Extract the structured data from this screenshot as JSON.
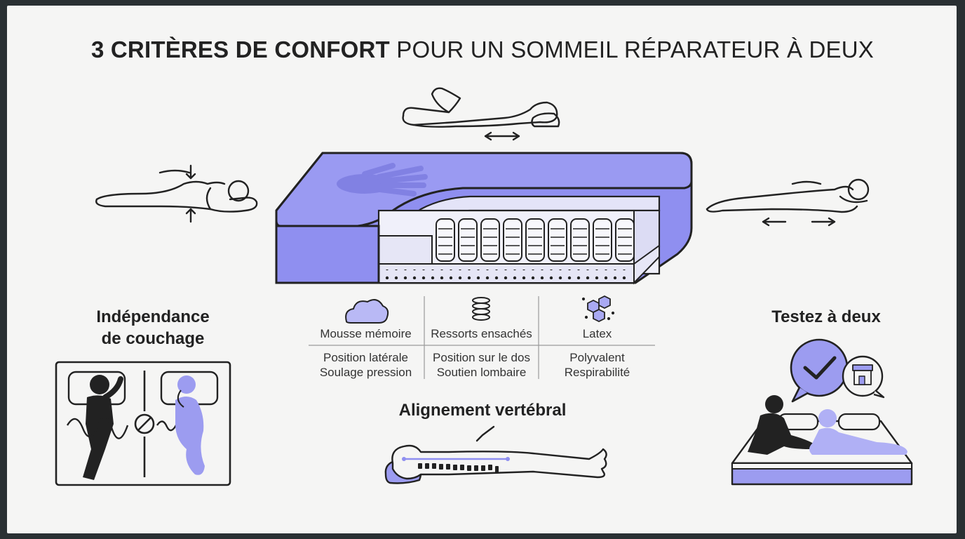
{
  "title": {
    "bold": "3 CRITÈRES DE CONFORT",
    "regular": "POUR UN SOMMEIL RÉPARATEUR À DEUX"
  },
  "sections": {
    "independence": {
      "line1": "Indépendance",
      "line2": "de couchage"
    },
    "alignment": {
      "label": "Alignement vertébral"
    },
    "test": {
      "label": "Testez à deux"
    }
  },
  "materials": [
    {
      "name": "Mousse mémoire",
      "desc1": "Position latérale",
      "desc2": "Soulage pression",
      "icon": "cloud-icon"
    },
    {
      "name": "Ressorts ensachés",
      "desc1": "Position sur le dos",
      "desc2": "Soutien lombaire",
      "icon": "spring-icon"
    },
    {
      "name": "Latex",
      "desc1": "Polyvalent",
      "desc2": "Respirabilité",
      "icon": "honeycomb-icon"
    }
  ],
  "colors": {
    "accent": "#8f8ff0",
    "accent_light": "#c8c8f5",
    "ink": "#1e1e1e",
    "background": "#f5f5f4"
  }
}
